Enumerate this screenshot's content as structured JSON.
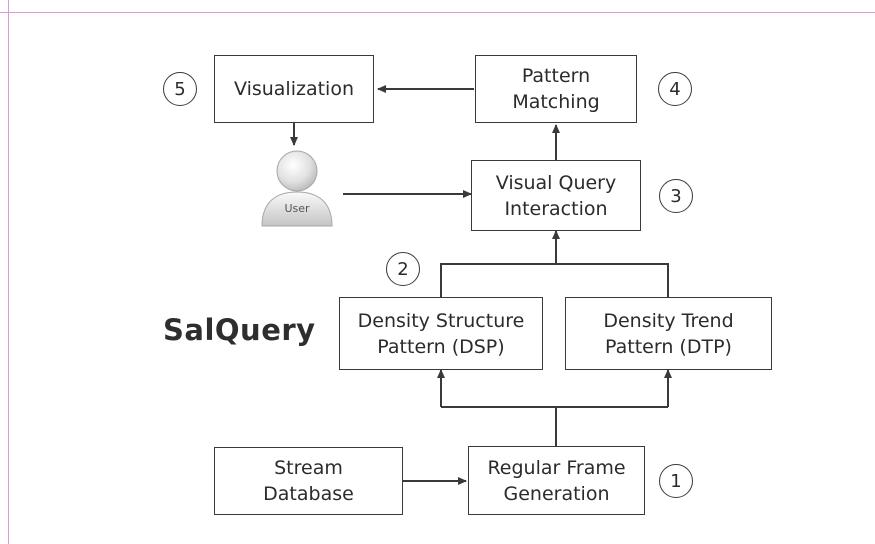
{
  "diagram": {
    "brand_title": "SalQuery",
    "nodes": {
      "visualization": "Visualization",
      "pattern_matching": "Pattern\nMatching",
      "visual_query": "Visual Query\nInteraction",
      "dsp": "Density Structure\nPattern (DSP)",
      "dtp": "Density Trend\nPattern (DTP)",
      "stream_database": "Stream\nDatabase",
      "regular_frame": "Regular Frame\nGeneration"
    },
    "user_label": "User",
    "steps": {
      "s1": "1",
      "s2": "2",
      "s3": "3",
      "s4": "4",
      "s5": "5"
    },
    "colors": {
      "border": "#3a3a3a",
      "text": "#2b2b2b",
      "frame": "#c9a6c4"
    }
  }
}
